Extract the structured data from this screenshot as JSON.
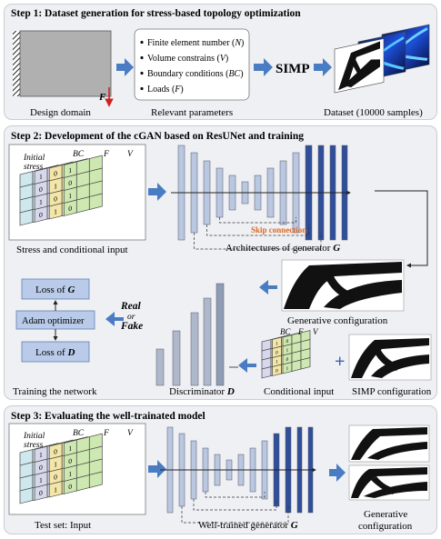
{
  "step1": {
    "title": "Step 1: Dataset generation for stress-based topology optimization",
    "design_domain_caption": "Design domain",
    "force_label": "F",
    "params": [
      {
        "text": "Finite element number (",
        "sym": "N",
        "end": ")"
      },
      {
        "text": "Volume constrains (",
        "sym": "V",
        "end": ")"
      },
      {
        "text": "Boundary conditions (",
        "sym": "BC",
        "end": ")"
      },
      {
        "text": "Loads (",
        "sym": "F",
        "end": ")"
      }
    ],
    "params_caption": "Relevant parameters",
    "simp_label": "SIMP",
    "dataset_caption": "Dataset (10000 samples)"
  },
  "step2": {
    "title": "Step 2: Development of the cGAN based on ResUNet and training",
    "stack_labels": {
      "initial": "Initial",
      "stress": "stress",
      "bc": "BC",
      "f": "F",
      "v": "V"
    },
    "stress_caption": "Stress and conditional input",
    "skip_label": "Skip connection",
    "generator_caption_prefix": "Architectures of generator ",
    "generator_symbol": "G",
    "generative_caption": "Generative configuration",
    "loss_g_prefix": "Loss of ",
    "loss_g_symbol": "G",
    "adam_label": "Adam optimizer",
    "loss_d_prefix": "Loss of ",
    "loss_d_symbol": "D",
    "real_label": "Real",
    "or_label": "or",
    "fake_label": "Fake",
    "training_caption": "Training the network",
    "discriminator_prefix": "Discriminator ",
    "discriminator_symbol": "D",
    "cond_labels": {
      "bc": "BC",
      "f": "F",
      "v": "V"
    },
    "conditional_caption": "Conditional input",
    "plus": "+",
    "simp_caption": "SIMP configuration"
  },
  "step3": {
    "title": "Step 3: Evaluating the well-trainated model",
    "stack_labels": {
      "initial": "Initial",
      "stress": "stress",
      "bc": "BC",
      "f": "F",
      "v": "V"
    },
    "test_caption": "Test set: Input",
    "generator_prefix": "Well-trained generator ",
    "generator_symbol": "G",
    "generative_caption_1": "Generative",
    "generative_caption_2": "configuration"
  },
  "grid_digits": [
    "0",
    "1"
  ],
  "colors": {
    "panel_bg": "#eef0f4",
    "arrow_blue": "#4a7cc4",
    "layer_light": "#b9c7e0",
    "layer_dark": "#2f4f9a",
    "grid_stress": "#cfe8ee",
    "grid_bc": "#d8d8ec",
    "grid_f": "#f3e6a8",
    "grid_v": "#cde8b0",
    "skip_red": "#e06820"
  },
  "icons": [
    "right-arrow-icon",
    "down-arrow-icon",
    "force-arrow-icon"
  ]
}
